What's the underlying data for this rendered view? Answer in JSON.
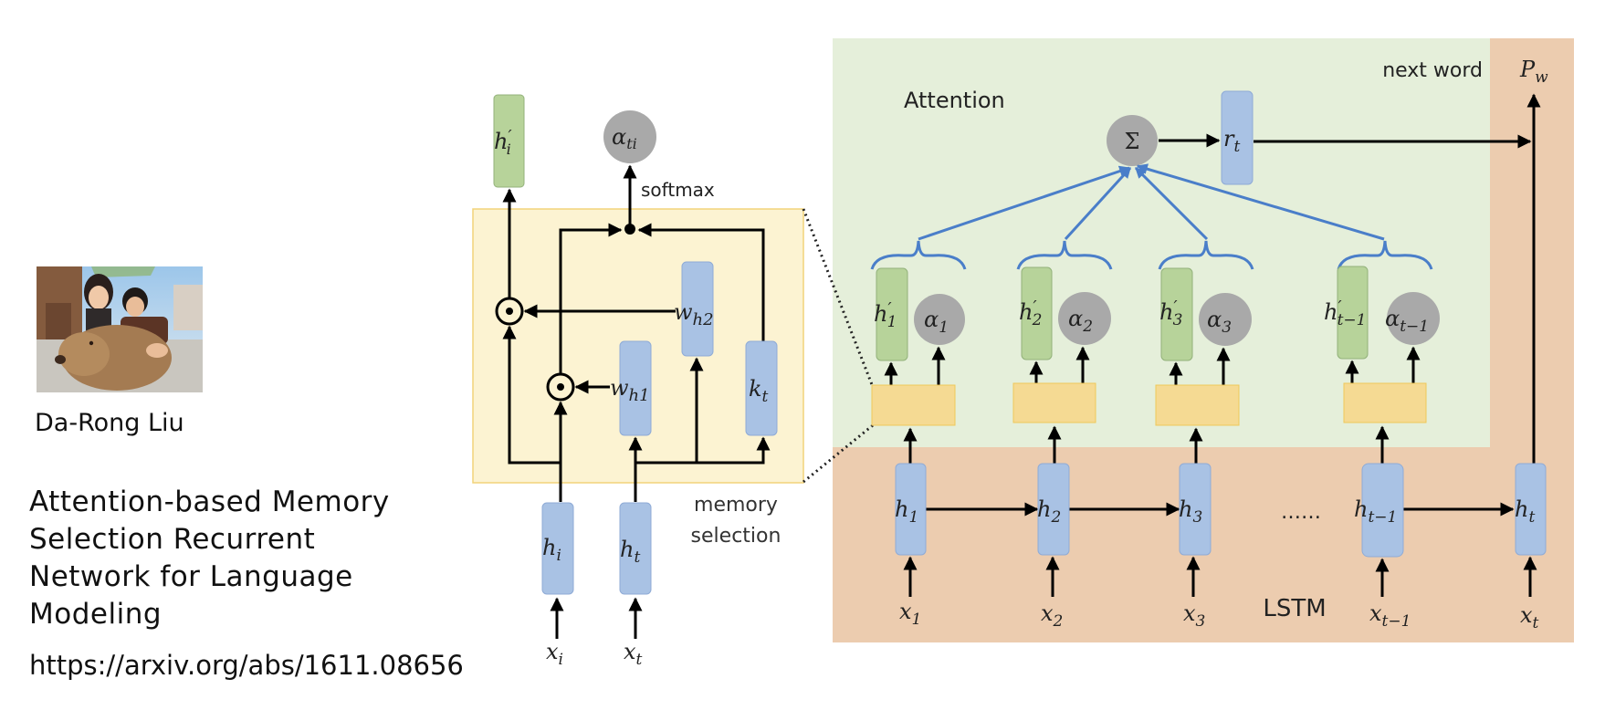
{
  "author": {
    "name": "Da-Rong Liu",
    "photo_alt": "photo-of-two-people-with-capybara"
  },
  "paper": {
    "title_lines": [
      "Attention-based Memory",
      "Selection Recurrent",
      "Network for Language",
      "Modeling"
    ],
    "url": "https://arxiv.org/abs/1611.08656"
  },
  "colors": {
    "attention_bg": "#e5efda",
    "lstm_bg": "#ecccaf",
    "memory_bg": "#fcf3d2",
    "memory_border": "#f2d37a",
    "blue_box": "#a9c2e4",
    "blue_border": "#8fabd6",
    "green_box": "#b7d39a",
    "green_border": "#93b27b",
    "gray_circle": "#a9a9a9",
    "yellow_box": "#f5da93",
    "yellow_border": "#eec85a",
    "blue_arrow": "#4a7ec9"
  },
  "memory_selection": {
    "label_line1": "memory",
    "label_line2": "selection",
    "softmax": "softmax",
    "h_prime_i": {
      "base": "h",
      "sup": "′",
      "sub": "i"
    },
    "alpha_ti": {
      "base": "α",
      "sub": "ti"
    },
    "w_h1": {
      "base": "w",
      "sub": "h1"
    },
    "w_h2": {
      "base": "w",
      "sub": "h2"
    },
    "k_t": {
      "base": "k",
      "sub": "t"
    },
    "h_i": {
      "base": "h",
      "sub": "i"
    },
    "h_t": {
      "base": "h",
      "sub": "t"
    },
    "x_i": {
      "base": "x",
      "sub": "i"
    },
    "x_t": {
      "base": "x",
      "sub": "t"
    },
    "odot": "⊙"
  },
  "attention": {
    "label": "Attention",
    "next_word": "next word",
    "p_w": {
      "base": "P",
      "sub": "w"
    },
    "sigma": "Σ",
    "r_t": {
      "base": "r",
      "sub": "t"
    },
    "units": [
      {
        "h_prime": {
          "base": "h",
          "sup": "′",
          "sub": "1"
        },
        "alpha": {
          "base": "α",
          "sub": "1"
        }
      },
      {
        "h_prime": {
          "base": "h",
          "sup": "′",
          "sub": "2"
        },
        "alpha": {
          "base": "α",
          "sub": "2"
        }
      },
      {
        "h_prime": {
          "base": "h",
          "sup": "′",
          "sub": "3"
        },
        "alpha": {
          "base": "α",
          "sub": "3"
        }
      },
      {
        "h_prime": {
          "base": "h",
          "sup": "′",
          "sub": "t−1"
        },
        "alpha": {
          "base": "α",
          "sub": "t−1"
        }
      }
    ]
  },
  "lstm": {
    "label": "LSTM",
    "ellipsis": "……",
    "steps": [
      {
        "h": {
          "base": "h",
          "sub": "1"
        },
        "x": {
          "base": "x",
          "sub": "1"
        }
      },
      {
        "h": {
          "base": "h",
          "sub": "2"
        },
        "x": {
          "base": "x",
          "sub": "2"
        }
      },
      {
        "h": {
          "base": "h",
          "sub": "3"
        },
        "x": {
          "base": "x",
          "sub": "3"
        }
      },
      {
        "h": {
          "base": "h",
          "sub": "t−1"
        },
        "x": {
          "base": "x",
          "sub": "t−1"
        }
      },
      {
        "h": {
          "base": "h",
          "sub": "t"
        },
        "x": {
          "base": "x",
          "sub": "t"
        }
      }
    ]
  }
}
